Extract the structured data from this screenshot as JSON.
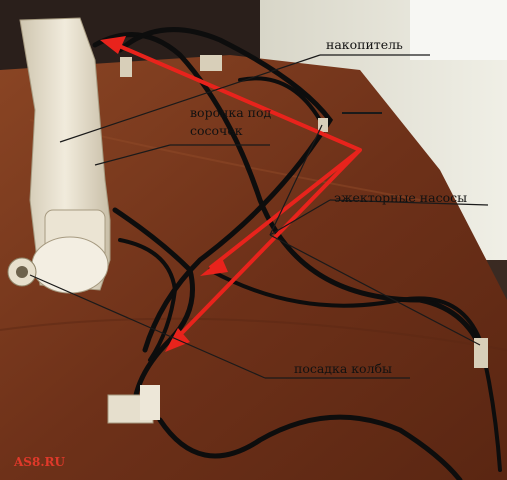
{
  "photo": {
    "labels": {
      "accumulator": "накопитель",
      "funnel_line1": "воронка под",
      "funnel_line2": "сосочек",
      "ejector_pumps": "эжекторные насосы",
      "flask_seat": "посадка колбы"
    },
    "watermark": "AS8.RU",
    "colors": {
      "table": "#7a3a1e",
      "hose": "#0d0d0d",
      "part": "#e9e2d2",
      "arrow": "#e8231c",
      "text": "#111111"
    }
  }
}
